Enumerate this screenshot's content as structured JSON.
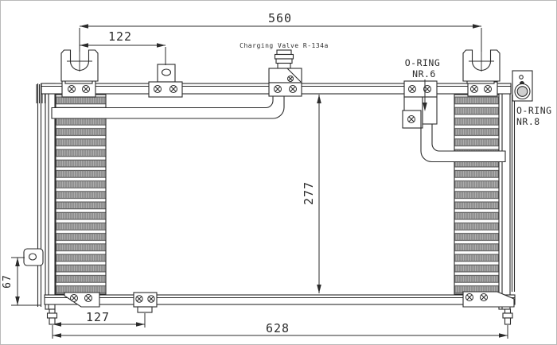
{
  "drawing": {
    "kind": "technical-line-drawing",
    "subject": "air-conditioning condenser",
    "labels": {
      "charging_valve": "Charging Valve R-134a",
      "oring6_line1": "O-RING",
      "oring6_line2": "NR.6",
      "oring8_line1": "O-RING",
      "oring8_line2": "NR.8"
    },
    "dimensions": {
      "top_overall_width": "560",
      "top_left_offset": "122",
      "core_height": "277",
      "side_tab_height": "67",
      "bottom_left_offset": "127",
      "bottom_overall_width": "628"
    },
    "colors": {
      "line": "#2b2b2b",
      "fin_fill": "#adadad",
      "background": "#ffffff"
    }
  }
}
